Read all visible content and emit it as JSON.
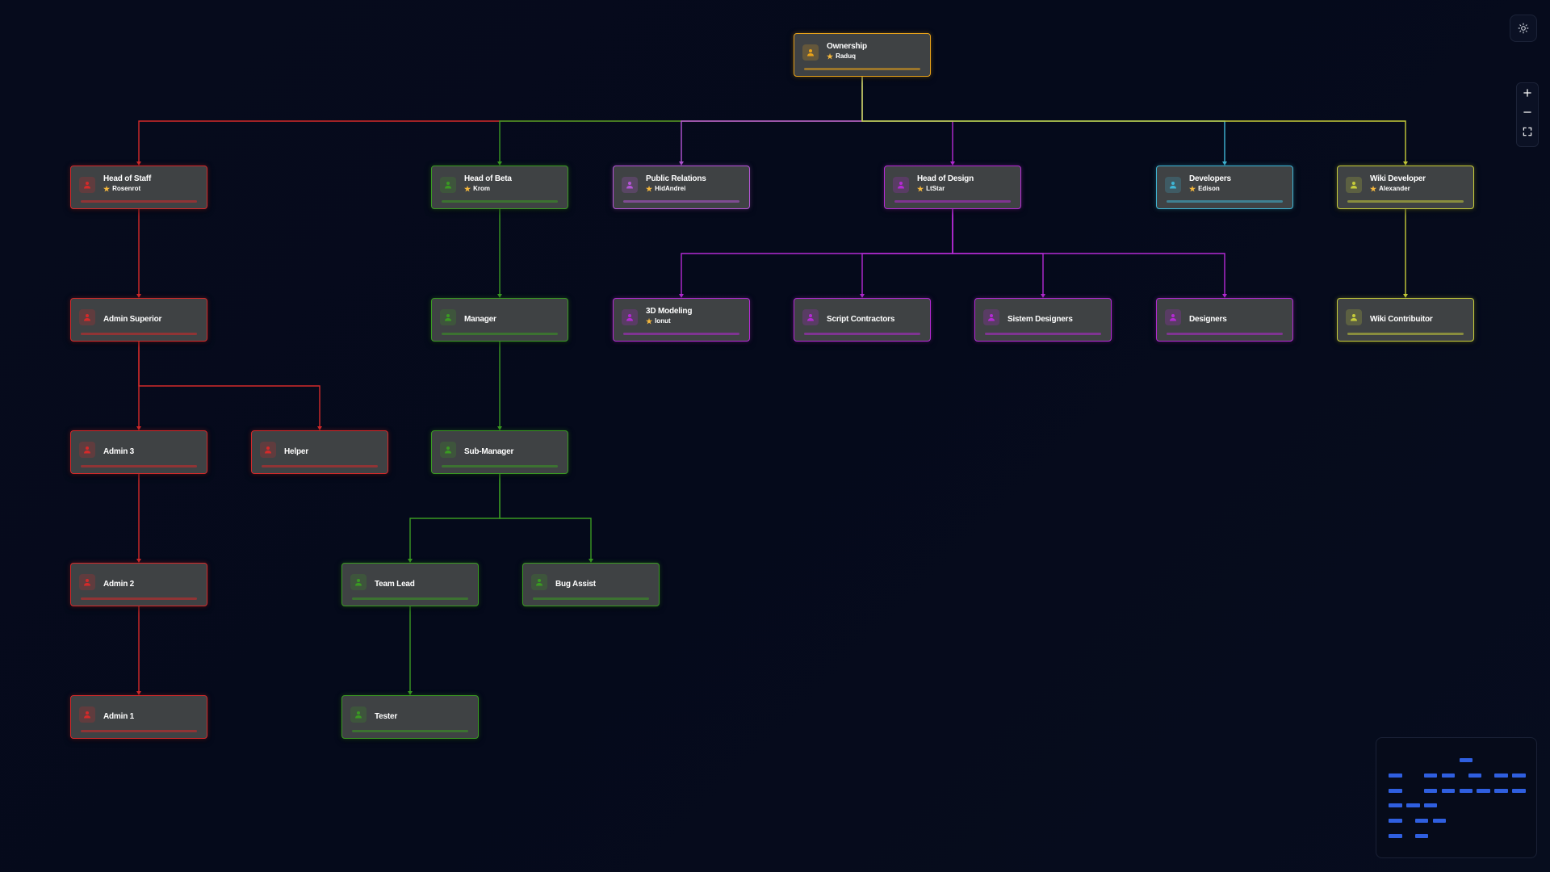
{
  "diagram": {
    "nodes": [
      {
        "id": "ownership",
        "title": "Ownership",
        "holder": "Raduq",
        "color": "#e8a21a"
      },
      {
        "id": "head-of-staff",
        "title": "Head of Staff",
        "holder": "Rosenrot",
        "color": "#d42a2a"
      },
      {
        "id": "head-of-beta",
        "title": "Head of Beta",
        "holder": "Krom",
        "color": "#3a9a22"
      },
      {
        "id": "public-relations",
        "title": "Public Relations",
        "holder": "HidAndrei",
        "color": "#b455d6"
      },
      {
        "id": "head-of-design",
        "title": "Head of Design",
        "holder": "LtStar",
        "color": "#b42ad4"
      },
      {
        "id": "developers",
        "title": "Developers",
        "holder": "Edison",
        "color": "#3fb6d6"
      },
      {
        "id": "wiki-developer",
        "title": "Wiki Developer",
        "holder": "Alexander",
        "color": "#c6cc3a"
      },
      {
        "id": "admin-superior",
        "title": "Admin Superior",
        "holder": "",
        "color": "#d42a2a"
      },
      {
        "id": "manager",
        "title": "Manager",
        "holder": "",
        "color": "#3a9a22"
      },
      {
        "id": "3d-modeling",
        "title": "3D Modeling",
        "holder": "Ionut",
        "color": "#b42ad4"
      },
      {
        "id": "script-contractors",
        "title": "Script Contractors",
        "holder": "",
        "color": "#b42ad4"
      },
      {
        "id": "sistem-designers",
        "title": "Sistem Designers",
        "holder": "",
        "color": "#b42ad4"
      },
      {
        "id": "designers",
        "title": "Designers",
        "holder": "",
        "color": "#b42ad4"
      },
      {
        "id": "wiki-contributor",
        "title": "Wiki Contribuitor",
        "holder": "",
        "color": "#c6cc3a"
      },
      {
        "id": "admin-3",
        "title": "Admin 3",
        "holder": "",
        "color": "#d42a2a"
      },
      {
        "id": "helper",
        "title": "Helper",
        "holder": "",
        "color": "#d42a2a"
      },
      {
        "id": "sub-manager",
        "title": "Sub-Manager",
        "holder": "",
        "color": "#3a9a22"
      },
      {
        "id": "admin-2",
        "title": "Admin 2",
        "holder": "",
        "color": "#d42a2a"
      },
      {
        "id": "team-lead",
        "title": "Team Lead",
        "holder": "",
        "color": "#3a9a22"
      },
      {
        "id": "bug-assist",
        "title": "Bug Assist",
        "holder": "",
        "color": "#3a9a22"
      },
      {
        "id": "admin-1",
        "title": "Admin 1",
        "holder": "",
        "color": "#d42a2a"
      },
      {
        "id": "tester",
        "title": "Tester",
        "holder": "",
        "color": "#3a9a22"
      }
    ],
    "edges": [
      {
        "from": "ownership",
        "to": "head-of-staff"
      },
      {
        "from": "ownership",
        "to": "head-of-beta"
      },
      {
        "from": "ownership",
        "to": "public-relations"
      },
      {
        "from": "ownership",
        "to": "head-of-design"
      },
      {
        "from": "ownership",
        "to": "developers"
      },
      {
        "from": "ownership",
        "to": "wiki-developer"
      },
      {
        "from": "head-of-staff",
        "to": "admin-superior"
      },
      {
        "from": "admin-superior",
        "to": "admin-3"
      },
      {
        "from": "admin-superior",
        "to": "helper"
      },
      {
        "from": "admin-3",
        "to": "admin-2"
      },
      {
        "from": "admin-2",
        "to": "admin-1"
      },
      {
        "from": "head-of-beta",
        "to": "manager"
      },
      {
        "from": "manager",
        "to": "sub-manager"
      },
      {
        "from": "sub-manager",
        "to": "team-lead"
      },
      {
        "from": "sub-manager",
        "to": "bug-assist"
      },
      {
        "from": "team-lead",
        "to": "tester"
      },
      {
        "from": "head-of-design",
        "to": "3d-modeling"
      },
      {
        "from": "head-of-design",
        "to": "script-contractors"
      },
      {
        "from": "head-of-design",
        "to": "sistem-designers"
      },
      {
        "from": "head-of-design",
        "to": "designers"
      },
      {
        "from": "wiki-developer",
        "to": "wiki-contributor"
      }
    ]
  },
  "controls": {
    "theme_icon": "sun-icon",
    "zoom_in_icon": "plus-icon",
    "zoom_out_icon": "minus-icon",
    "fit_icon": "fullscreen-icon"
  },
  "minimap": {
    "color": "#2f5fe0"
  }
}
